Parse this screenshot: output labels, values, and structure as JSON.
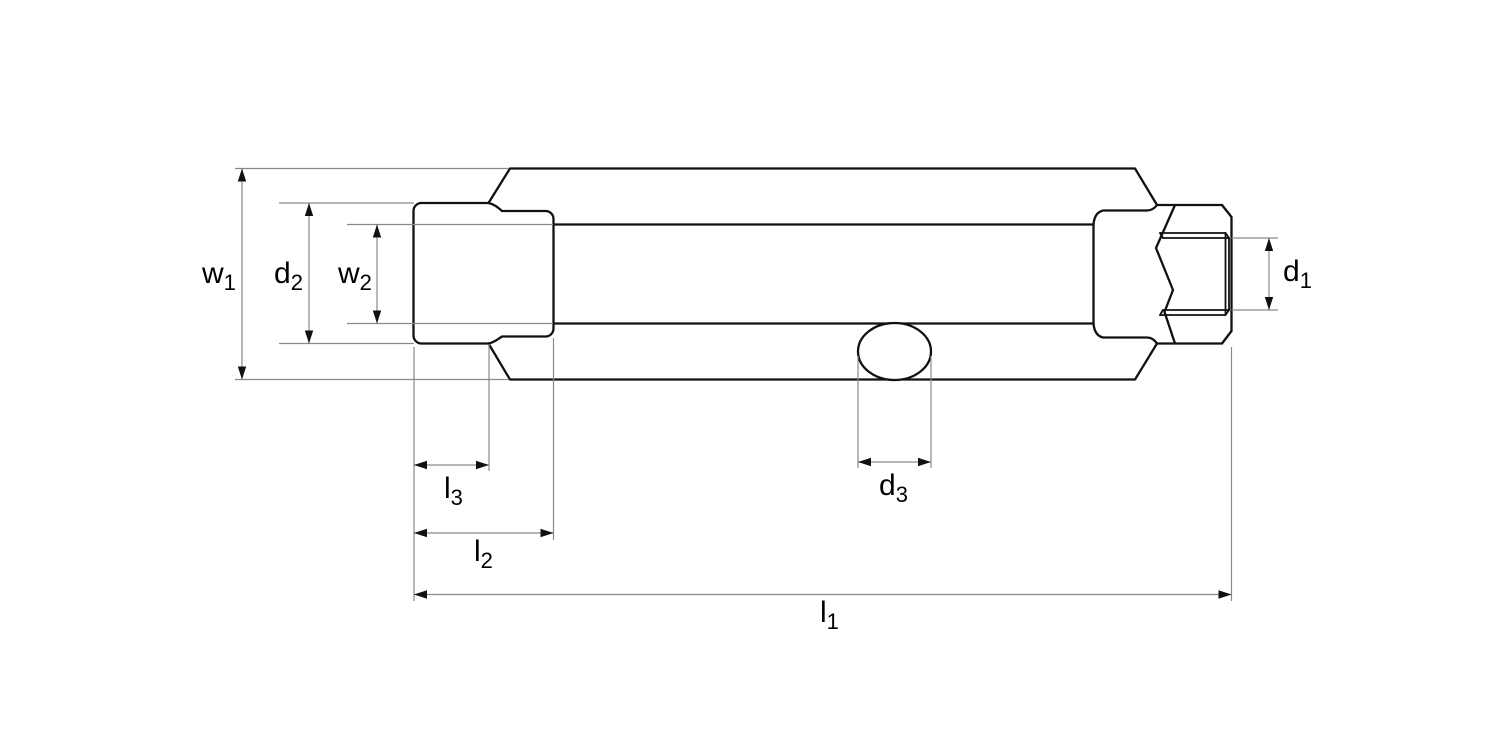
{
  "colors": {
    "outline": "#111111",
    "dimension_line": "#8a8a8a",
    "arrow": "#111111",
    "label": "#000000",
    "background": "#ffffff"
  },
  "labels": {
    "w1": {
      "base": "w",
      "sub": "1"
    },
    "d2": {
      "base": "d",
      "sub": "2"
    },
    "w2": {
      "base": "w",
      "sub": "2"
    },
    "d1": {
      "base": "d",
      "sub": "1"
    },
    "l3": {
      "base": "l",
      "sub": "3"
    },
    "l2": {
      "base": "l",
      "sub": "2"
    },
    "l1": {
      "base": "l",
      "sub": "1"
    },
    "d3": {
      "base": "d",
      "sub": "3"
    }
  }
}
